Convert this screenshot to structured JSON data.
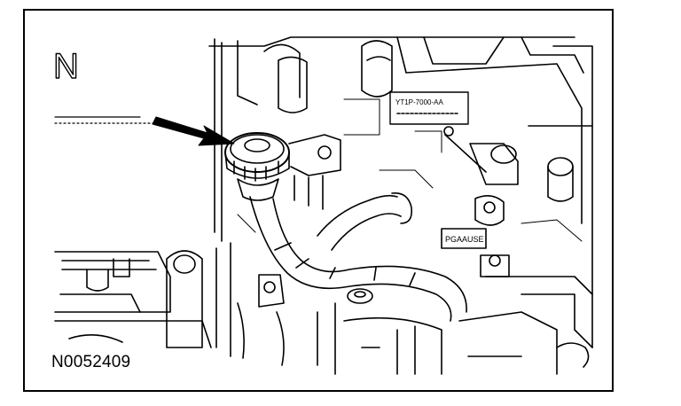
{
  "figure": {
    "id_label": "N0052409",
    "part_number_label": "YT1P-7000-AA",
    "plate_text": "PGAAUSE",
    "corner_letter": "N"
  },
  "callouts": {
    "arrow": "arrow-pointing-to-filler-cap",
    "target": "filler-cap"
  }
}
